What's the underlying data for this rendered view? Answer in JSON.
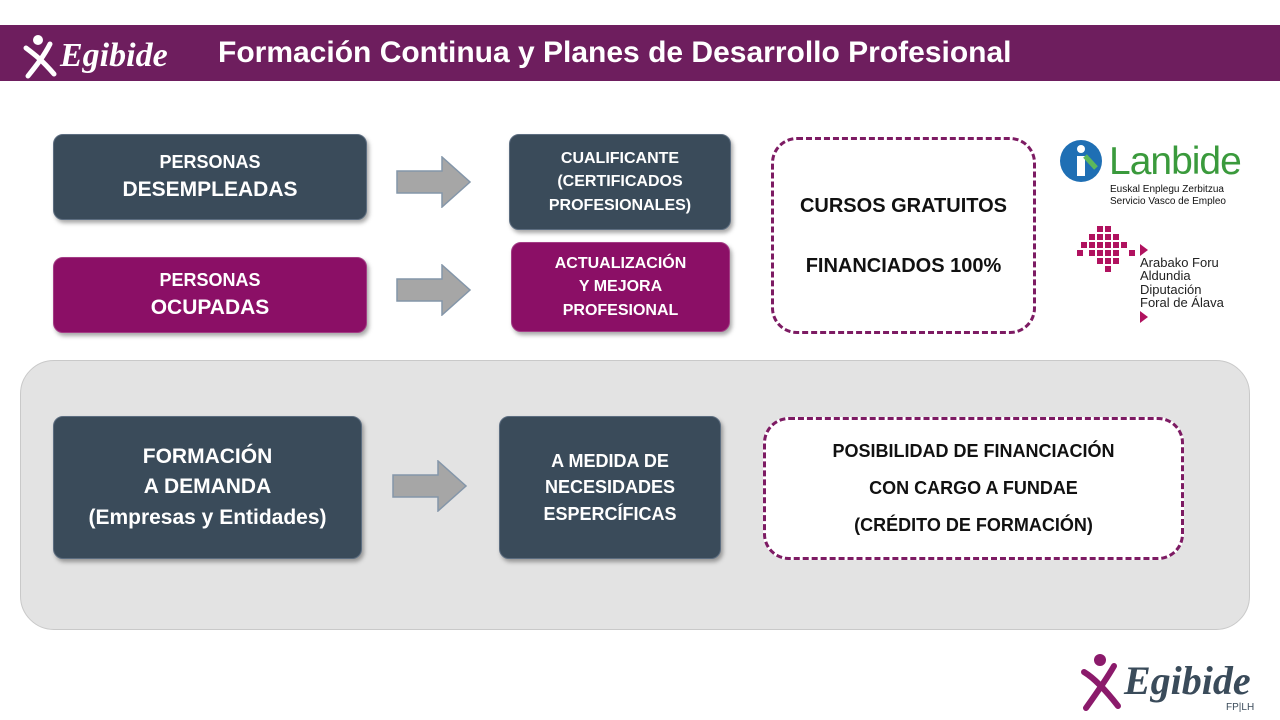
{
  "header": {
    "logo_text": "Egibide",
    "title": "Formación Continua y Planes de Desarrollo Profesional"
  },
  "row1": {
    "left_line1": "PERSONAS",
    "left_line2": "DESEMPLEADAS",
    "mid_line1": "CUALIFICANTE",
    "mid_line2": "(CERTIFICADOS",
    "mid_line3": "PROFESIONALES)"
  },
  "row2": {
    "left_line1": "PERSONAS",
    "left_line2": "OCUPADAS",
    "mid_line1": "ACTUALIZACIÓN",
    "mid_line2": "Y MEJORA",
    "mid_line3": "PROFESIONAL"
  },
  "free_box": {
    "line1": "CURSOS GRATUITOS",
    "line2": "FINANCIADOS 100%"
  },
  "logos": {
    "lanbide_name": "Lanbide",
    "lanbide_sub1": "Euskal Enplegu Zerbitzua",
    "lanbide_sub2": "Servicio Vasco de Empleo",
    "alava_line1": "Arabako Foru",
    "alava_line2": "Aldundia",
    "alava_line3": "Diputación",
    "alava_line4": "Foral de Álava"
  },
  "demand": {
    "left_line1": "FORMACIÓN",
    "left_line2": "A DEMANDA",
    "left_line3": "(Empresas y Entidades)",
    "mid_line1": "A MEDIDA DE",
    "mid_line2": "NECESIDADES",
    "mid_line3": "ESPERCÍFICAS",
    "fund_line1": "POSIBILIDAD DE FINANCIACIÓN",
    "fund_line2": "CON CARGO A FUNDAE",
    "fund_line3": "(CRÉDITO DE FORMACIÓN)"
  },
  "footer": {
    "logo_text": "Egibide",
    "logo_sub": "FP|LH"
  },
  "colors": {
    "header_bg": "#6e1e5e",
    "slate_box": "#3a4b5a",
    "plum_box": "#8b0f66",
    "dashed_border": "#7d1b63",
    "panel_bg": "#e3e3e3",
    "arrow": "#a6a6a6"
  }
}
